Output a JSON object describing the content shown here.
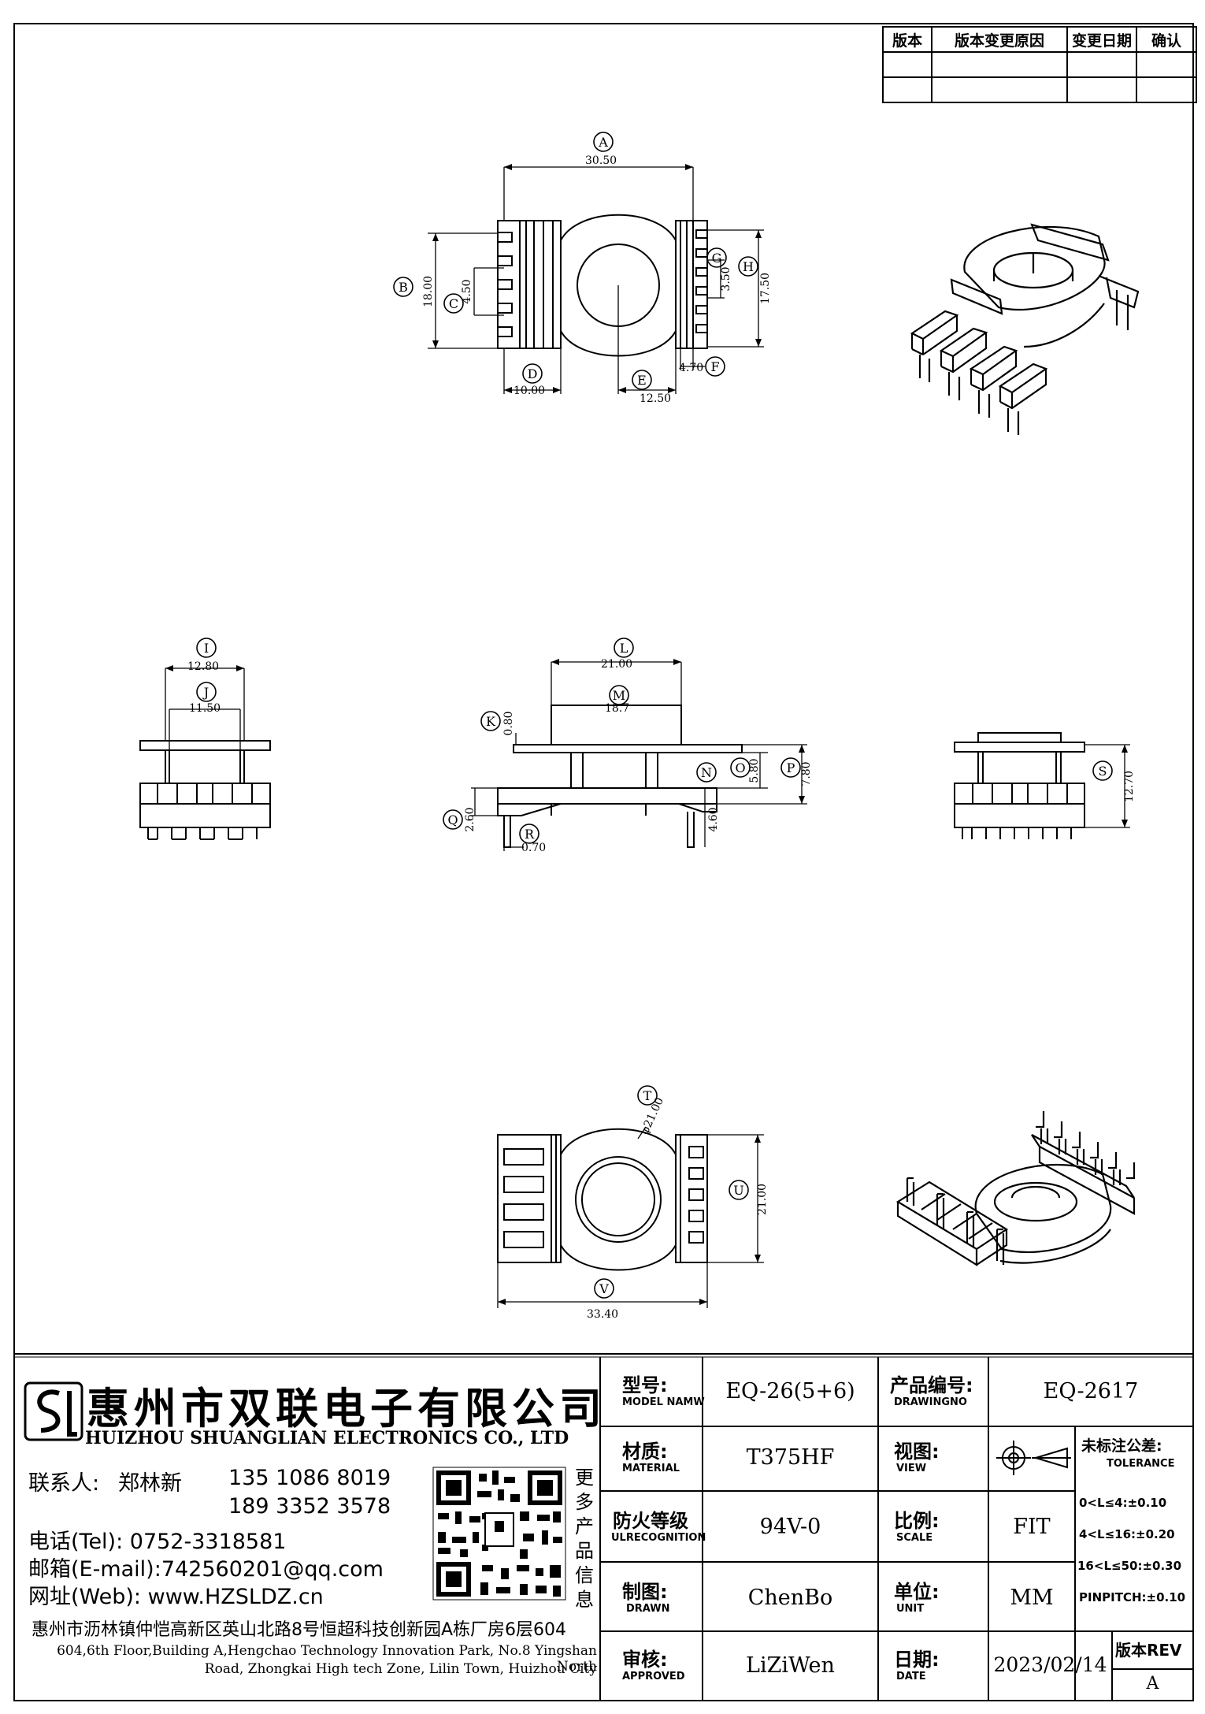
{
  "revision_table": {
    "headers": [
      "版本",
      "版本变更原因",
      "变更日期",
      "确认"
    ],
    "rows": [
      [
        "",
        "",
        "",
        ""
      ],
      [
        "",
        "",
        "",
        ""
      ]
    ]
  },
  "top_view": {
    "callouts": [
      "A",
      "B",
      "C",
      "D",
      "E",
      "F",
      "G",
      "H"
    ],
    "dims": {
      "A": "30.50",
      "B": "18.00",
      "C": "4.50",
      "D": "10.00",
      "E": "12.50",
      "F": "4.70",
      "G": "3.50",
      "H": "17.50"
    }
  },
  "side_views": {
    "callouts": [
      "I",
      "J",
      "K",
      "L",
      "M",
      "N",
      "O",
      "P",
      "Q",
      "R",
      "S"
    ],
    "dims": {
      "I": "12.80",
      "J": "11.50",
      "K": "0.80",
      "L": "21.00",
      "M": "18.7",
      "N": "4.60",
      "O": "5.80",
      "P": "7.80",
      "Q": "2.60",
      "R": "0.70",
      "S": "12.70"
    }
  },
  "bottom_view": {
    "callouts": [
      "T",
      "U",
      "V"
    ],
    "dims": {
      "T": "φ21.00",
      "U": "21.00",
      "V": "33.40"
    }
  },
  "company": {
    "name_cn": "惠州市双联电子有限公司",
    "name_en": "HUIZHOU SHUANGLIAN ELECTRONICS CO., LTD",
    "contact_label": "联系人:",
    "contact_name": "郑林新",
    "phone1": "135 1086 8019",
    "phone2": "189 3352 3578",
    "tel": "电话(Tel): 0752-3318581",
    "email": "邮箱(E-mail):742560201@qq.com",
    "web": "网址(Web): www.HZSLDZ.cn",
    "qr_side_text": [
      "更",
      "多",
      "产",
      "品",
      "信",
      "息"
    ],
    "address_cn": "惠州市沥林镇仲恺高新区英山北路8号恒超科技创新园A栋厂房6层604",
    "address_en_1": "604,6th Floor,Building A,Hengchao Technology Innovation Park, No.8 Yingshan North",
    "address_en_2": "Road, Zhongkai High tech Zone, Lilin Town, Huizhou City"
  },
  "title_block": {
    "model_label": "型号:",
    "model_sub": "MODEL NAMW",
    "model_value": "EQ-26(5+6)",
    "drawingno_label": "产品编号:",
    "drawingno_sub": "DRAWINGNO",
    "drawingno_value": "EQ-2617",
    "material_label": "材质:",
    "material_sub": "MATERIAL",
    "material_value": "T375HF",
    "view_label": "视图:",
    "view_sub": "VIEW",
    "tolerance_label": "未标注公差:",
    "tolerance_sub": "TOLERANCE",
    "tolerances": [
      "0<L≤4:±0.10",
      "4<L≤16:±0.20",
      "16<L≤50:±0.30",
      "PINPITCH:±0.10"
    ],
    "fire_label": "防火等级",
    "fire_sub": "ULRECOGNITION",
    "fire_value": "94V-0",
    "scale_label": "比例:",
    "scale_sub": "SCALE",
    "scale_value": "FIT",
    "drawn_label": "制图:",
    "drawn_sub": "DRAWN",
    "drawn_value": "ChenBo",
    "unit_label": "单位:",
    "unit_sub": "UNIT",
    "unit_value": "MM",
    "approved_label": "审核:",
    "approved_sub": "APPROVED",
    "approved_value": "LiZiWen",
    "date_label": "日期:",
    "date_sub": "DATE",
    "date_value": "2023/02/14",
    "rev_label": "版本REV",
    "rev_value": "A"
  }
}
